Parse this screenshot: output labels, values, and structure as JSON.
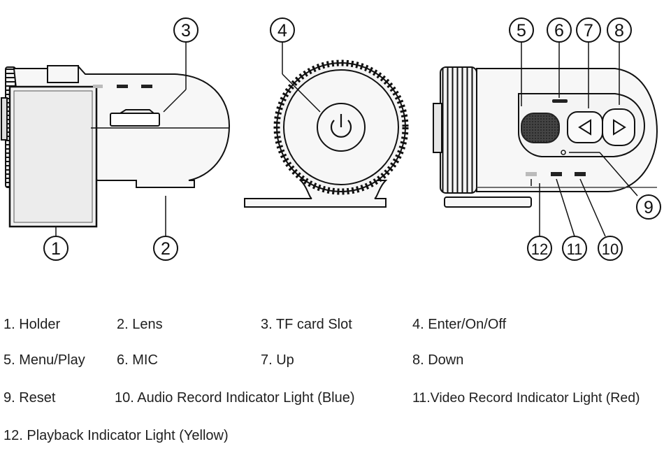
{
  "callouts": {
    "c1": "1",
    "c2": "2",
    "c3": "3",
    "c4": "4",
    "c5": "5",
    "c6": "6",
    "c7": "7",
    "c8": "8",
    "c9": "9",
    "c10": "10",
    "c11": "11",
    "c12": "12"
  },
  "legend": {
    "item1": "1. Holder",
    "item2": "2. Lens",
    "item3": "3. TF card Slot",
    "item4": "4. Enter/On/Off",
    "item5": "5. Menu/Play",
    "item6": "6. MIC",
    "item7": "7. Up",
    "item8": "8. Down",
    "item9": "9. Reset",
    "item10": "10. Audio Record Indicator Light (Blue)",
    "item11": "11.Video Record Indicator Light (Red)",
    "item12": "12. Playback Indicator Light (Yellow)"
  },
  "icons": [
    "power-icon",
    "left-triangle-icon",
    "right-triangle-icon"
  ]
}
